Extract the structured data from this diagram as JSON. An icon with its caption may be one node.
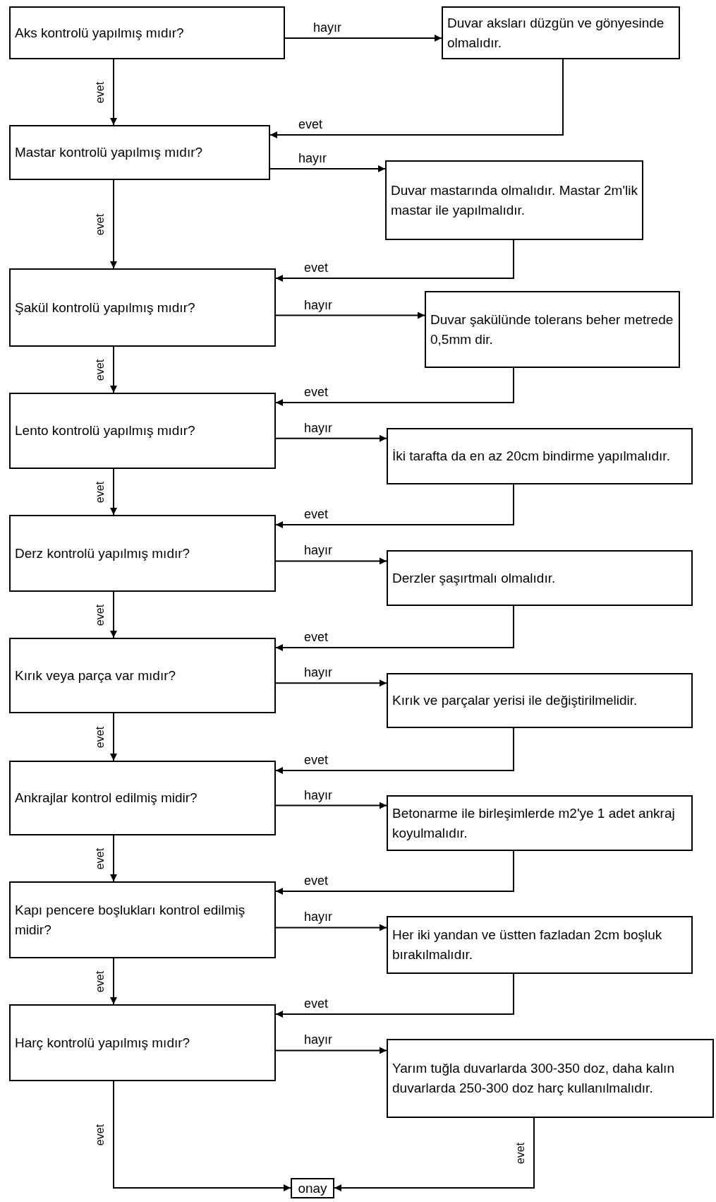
{
  "diagram": {
    "nodes": [
      {
        "text": [
          "Aks kontrolü yapılmış mıdır?"
        ]
      },
      {
        "text": [
          "Duvar aksları düzgün ve gönyesinde olmalıdır."
        ]
      },
      {
        "text": [
          "Mastar kontrolü yapılmış mıdır?"
        ]
      },
      {
        "text": [
          "Duvar mastarında olmalıdır. Mastar 2m'lik mastar ile yapılmalıdır."
        ]
      },
      {
        "text": [
          "Şakül kontrolü yapılmış mıdır?"
        ]
      },
      {
        "text": [
          "Duvar şakülünde tolerans beher metrede 0,5mm dir."
        ]
      },
      {
        "text": [
          "Lento kontrolü yapılmış mıdır?"
        ]
      },
      {
        "text": [
          "İki tarafta da en az 20cm bindirme yapılmalıdır."
        ]
      },
      {
        "text": [
          "Derz kontrolü yapılmış mıdır?"
        ]
      },
      {
        "text": [
          "Derzler şaşırtmalı olmalıdır."
        ]
      },
      {
        "text": [
          "Kırık veya parça var mıdır?"
        ]
      },
      {
        "text": [
          "Kırık ve parçalar yerisi ile değiştirilmelidir."
        ]
      },
      {
        "text": [
          "Ankrajlar kontrol edilmiş midir?"
        ]
      },
      {
        "text": [
          "Betonarme ile birleşimlerde m2'ye 1 adet ankraj koyulmalıdır."
        ]
      },
      {
        "text": [
          "Kapı pencere boşlukları kontrol edilmiş midir?"
        ]
      },
      {
        "text": [
          "Her iki yandan ve üstten fazladan 2cm boşluk bırakılmalıdır."
        ]
      },
      {
        "text": [
          "Harç kontrolü yapılmış mıdır?"
        ]
      },
      {
        "text": [
          "Yarım tuğla duvarlarda 300-350 doz, daha kalın duvarlarda 250-300 doz harç kullanılmalıdır."
        ]
      },
      {
        "text": [
          "onay"
        ]
      }
    ],
    "edges": [
      {
        "from": 0,
        "to": 1,
        "arrow": "to",
        "label": "hayır"
      },
      {
        "from": 0,
        "to": 2,
        "arrow": "to",
        "label": "evet"
      },
      {
        "from": 1,
        "to": 2,
        "arrow": "to",
        "label": "evet"
      },
      {
        "from": 2,
        "to": 3,
        "arrow": "to",
        "label": "hayır"
      },
      {
        "from": 2,
        "to": 4,
        "arrow": "to",
        "label": "evet"
      },
      {
        "from": 3,
        "to": 4,
        "arrow": "to",
        "label": "evet"
      },
      {
        "from": 4,
        "to": 5,
        "arrow": "to",
        "label": "hayır"
      },
      {
        "from": 4,
        "to": 6,
        "arrow": "to",
        "label": "evet"
      },
      {
        "from": 5,
        "to": 6,
        "arrow": "to",
        "label": "evet"
      },
      {
        "from": 6,
        "to": 7,
        "arrow": "to",
        "label": "hayır"
      },
      {
        "from": 6,
        "to": 8,
        "arrow": "to",
        "label": "evet"
      },
      {
        "from": 7,
        "to": 8,
        "arrow": "to",
        "label": "evet"
      },
      {
        "from": 8,
        "to": 9,
        "arrow": "to",
        "label": "hayır"
      },
      {
        "from": 8,
        "to": 10,
        "arrow": "to",
        "label": "evet"
      },
      {
        "from": 9,
        "to": 10,
        "arrow": "to",
        "label": "evet"
      },
      {
        "from": 10,
        "to": 11,
        "arrow": "to",
        "label": "hayır"
      },
      {
        "from": 10,
        "to": 12,
        "arrow": "to",
        "label": "evet"
      },
      {
        "from": 11,
        "to": 12,
        "arrow": "to",
        "label": "evet"
      },
      {
        "from": 12,
        "to": 13,
        "arrow": "to",
        "label": "hayır"
      },
      {
        "from": 12,
        "to": 14,
        "arrow": "to",
        "label": "evet"
      },
      {
        "from": 13,
        "to": 14,
        "arrow": "to",
        "label": "evet"
      },
      {
        "from": 14,
        "to": 15,
        "arrow": "to",
        "label": "hayır"
      },
      {
        "from": 14,
        "to": 16,
        "arrow": "to",
        "label": "evet"
      },
      {
        "from": 15,
        "to": 16,
        "arrow": "to",
        "label": "evet"
      },
      {
        "from": 16,
        "to": 17,
        "arrow": "to",
        "label": "hayır"
      },
      {
        "from": 16,
        "to": 18,
        "arrow": "to",
        "label": "evet"
      },
      {
        "from": 17,
        "to": 18,
        "arrow": "to",
        "label": "evet"
      }
    ]
  }
}
